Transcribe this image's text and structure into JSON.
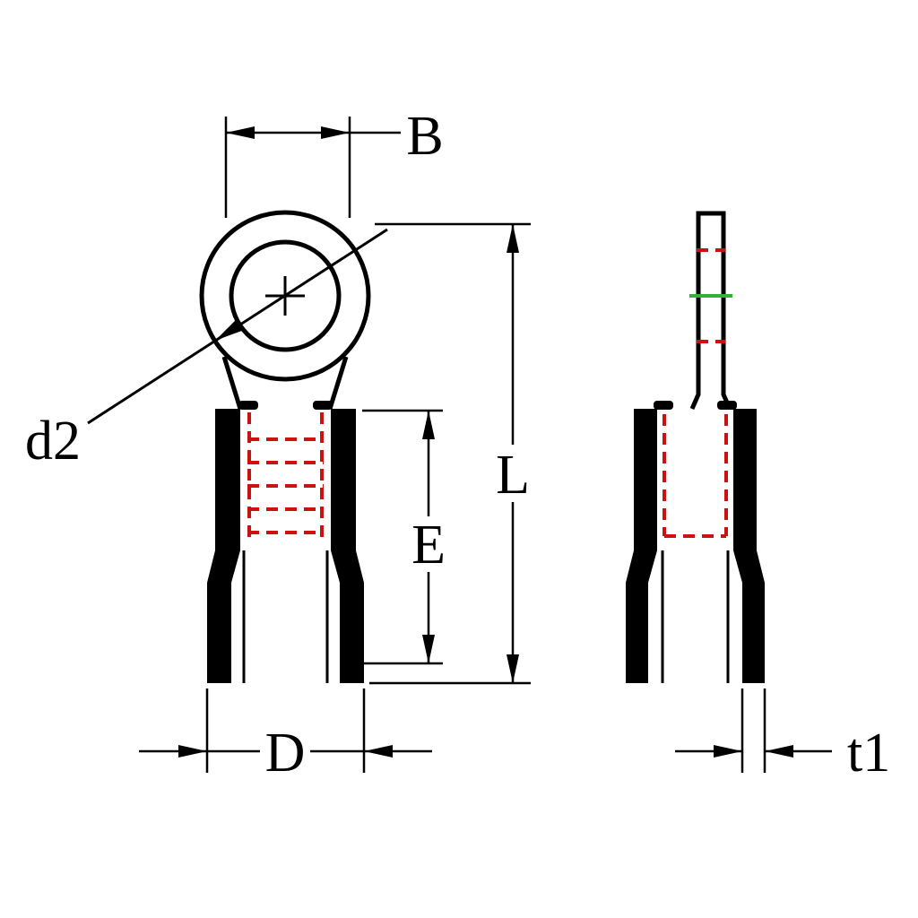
{
  "diagram": {
    "labels": {
      "B": "B",
      "d2": "d2",
      "L": "L",
      "E": "E",
      "D": "D",
      "t1": "t1"
    },
    "colors": {
      "line": "#000000",
      "red": "#cc1111",
      "green": "#33b333",
      "bg": "#ffffff"
    }
  }
}
